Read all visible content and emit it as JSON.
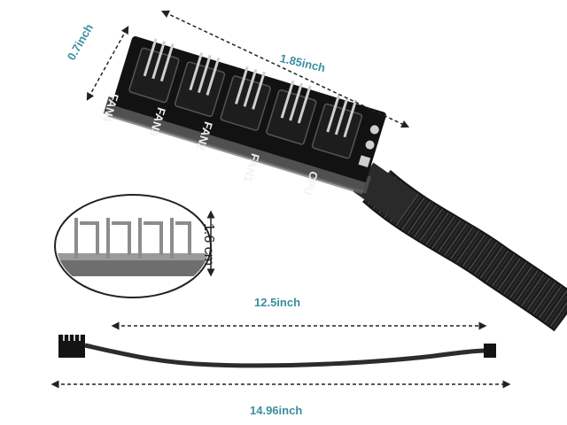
{
  "dimensions": {
    "width": "1.85inch",
    "depth": "0.7inch",
    "height": "1.6 cm",
    "cable_short": "12.5inch",
    "cable_long": "14.96inch"
  },
  "pcb_labels": [
    "FAN4",
    "FAN3",
    "FAN2",
    "FAN1",
    "CPU"
  ],
  "colors": {
    "accent": "#3a8fa0",
    "pcb": "#111111",
    "sleeve": "#2a2a2a"
  }
}
